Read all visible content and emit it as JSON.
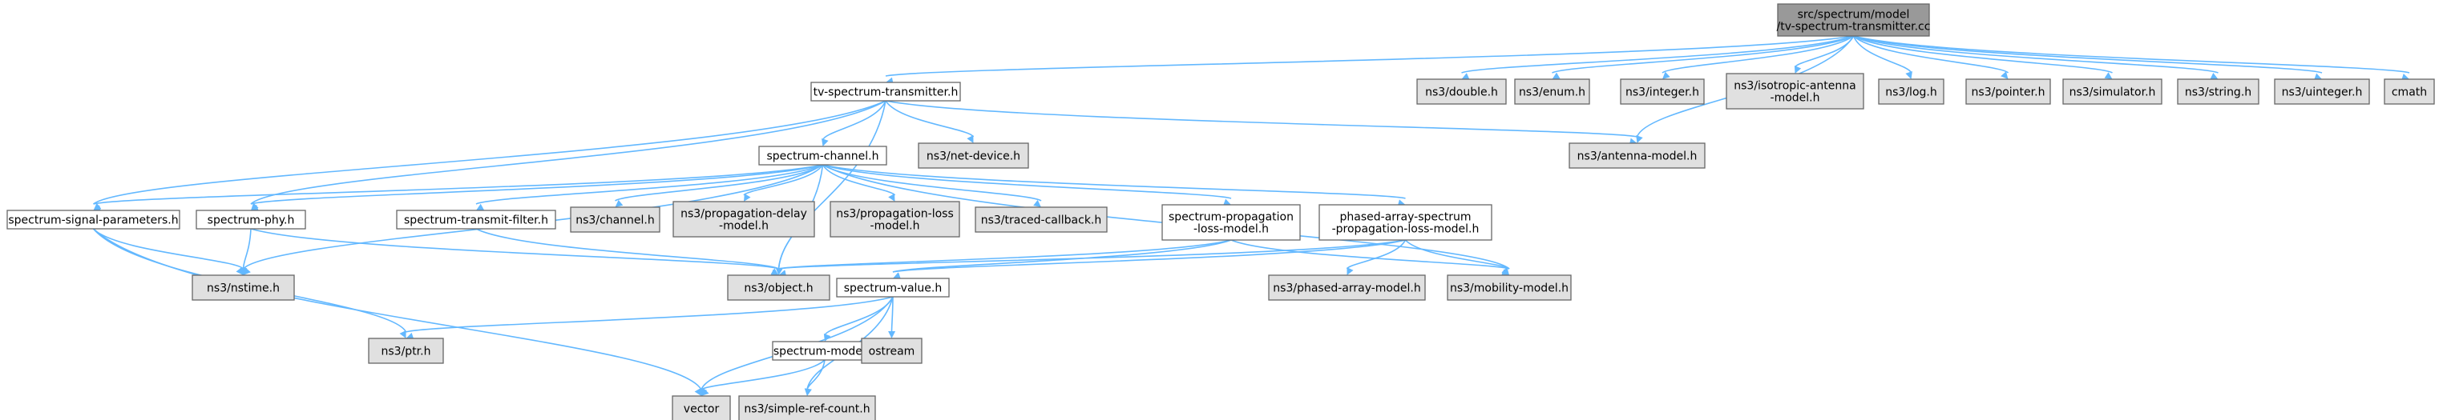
{
  "colors": {
    "root_fill": "#999999",
    "documented_fill": "#ffffff",
    "external_fill": "#e0e0e0",
    "border": "#666666",
    "edge": "#63b8ff",
    "text": "#000000"
  },
  "nodes": [
    {
      "id": "root",
      "lines": [
        "src/spectrum/model",
        "/tv-spectrum-transmitter.cc"
      ],
      "kind": "root"
    },
    {
      "id": "tvst",
      "lines": [
        "tv-spectrum-transmitter.h"
      ],
      "kind": "documented"
    },
    {
      "id": "double",
      "lines": [
        "ns3/double.h"
      ],
      "kind": "external"
    },
    {
      "id": "enum",
      "lines": [
        "ns3/enum.h"
      ],
      "kind": "external"
    },
    {
      "id": "integer",
      "lines": [
        "ns3/integer.h"
      ],
      "kind": "external"
    },
    {
      "id": "isotropic",
      "lines": [
        "ns3/isotropic-antenna",
        "-model.h"
      ],
      "kind": "external"
    },
    {
      "id": "log",
      "lines": [
        "ns3/log.h"
      ],
      "kind": "external"
    },
    {
      "id": "pointer",
      "lines": [
        "ns3/pointer.h"
      ],
      "kind": "external"
    },
    {
      "id": "simulator",
      "lines": [
        "ns3/simulator.h"
      ],
      "kind": "external"
    },
    {
      "id": "string",
      "lines": [
        "ns3/string.h"
      ],
      "kind": "external"
    },
    {
      "id": "uinteger",
      "lines": [
        "ns3/uinteger.h"
      ],
      "kind": "external"
    },
    {
      "id": "cmath",
      "lines": [
        "cmath"
      ],
      "kind": "external"
    },
    {
      "id": "spchan",
      "lines": [
        "spectrum-channel.h"
      ],
      "kind": "documented"
    },
    {
      "id": "netdev",
      "lines": [
        "ns3/net-device.h"
      ],
      "kind": "external"
    },
    {
      "id": "antenna",
      "lines": [
        "ns3/antenna-model.h"
      ],
      "kind": "external"
    },
    {
      "id": "sigparams",
      "lines": [
        "spectrum-signal-parameters.h"
      ],
      "kind": "documented"
    },
    {
      "id": "spphy",
      "lines": [
        "spectrum-phy.h"
      ],
      "kind": "documented"
    },
    {
      "id": "txfilter",
      "lines": [
        "spectrum-transmit-filter.h"
      ],
      "kind": "documented"
    },
    {
      "id": "channel",
      "lines": [
        "ns3/channel.h"
      ],
      "kind": "external"
    },
    {
      "id": "propdelay",
      "lines": [
        "ns3/propagation-delay",
        "-model.h"
      ],
      "kind": "external"
    },
    {
      "id": "proploss",
      "lines": [
        "ns3/propagation-loss",
        "-model.h"
      ],
      "kind": "external"
    },
    {
      "id": "traced",
      "lines": [
        "ns3/traced-callback.h"
      ],
      "kind": "external"
    },
    {
      "id": "spprop",
      "lines": [
        "spectrum-propagation",
        "-loss-model.h"
      ],
      "kind": "documented"
    },
    {
      "id": "phased",
      "lines": [
        "phased-array-spectrum",
        "-propagation-loss-model.h"
      ],
      "kind": "documented"
    },
    {
      "id": "nstime",
      "lines": [
        "ns3/nstime.h"
      ],
      "kind": "external"
    },
    {
      "id": "object",
      "lines": [
        "ns3/object.h"
      ],
      "kind": "external"
    },
    {
      "id": "spvalue",
      "lines": [
        "spectrum-value.h"
      ],
      "kind": "documented"
    },
    {
      "id": "phasedarr",
      "lines": [
        "ns3/phased-array-model.h"
      ],
      "kind": "external"
    },
    {
      "id": "mobility",
      "lines": [
        "ns3/mobility-model.h"
      ],
      "kind": "external"
    },
    {
      "id": "ptr",
      "lines": [
        "ns3/ptr.h"
      ],
      "kind": "external"
    },
    {
      "id": "spmodel",
      "lines": [
        "spectrum-model.h"
      ],
      "kind": "documented"
    },
    {
      "id": "ostream",
      "lines": [
        "ostream"
      ],
      "kind": "external"
    },
    {
      "id": "vector",
      "lines": [
        "vector"
      ],
      "kind": "external"
    },
    {
      "id": "simpleref",
      "lines": [
        "ns3/simple-ref-count.h"
      ],
      "kind": "external"
    }
  ],
  "edges": [
    [
      "root",
      "tvst"
    ],
    [
      "root",
      "double"
    ],
    [
      "root",
      "enum"
    ],
    [
      "root",
      "integer"
    ],
    [
      "root",
      "isotropic"
    ],
    [
      "root",
      "log"
    ],
    [
      "root",
      "pointer"
    ],
    [
      "root",
      "simulator"
    ],
    [
      "root",
      "string"
    ],
    [
      "root",
      "uinteger"
    ],
    [
      "root",
      "cmath"
    ],
    [
      "root",
      "antenna"
    ],
    [
      "tvst",
      "spchan"
    ],
    [
      "tvst",
      "netdev"
    ],
    [
      "tvst",
      "antenna"
    ],
    [
      "tvst",
      "sigparams"
    ],
    [
      "tvst",
      "spphy"
    ],
    [
      "tvst",
      "object"
    ],
    [
      "spchan",
      "sigparams"
    ],
    [
      "spchan",
      "spphy"
    ],
    [
      "spchan",
      "txfilter"
    ],
    [
      "spchan",
      "channel"
    ],
    [
      "spchan",
      "propdelay"
    ],
    [
      "spchan",
      "proploss"
    ],
    [
      "spchan",
      "traced"
    ],
    [
      "spchan",
      "spprop"
    ],
    [
      "spchan",
      "phased"
    ],
    [
      "spchan",
      "nstime"
    ],
    [
      "spchan",
      "object"
    ],
    [
      "spchan",
      "mobility"
    ],
    [
      "sigparams",
      "nstime"
    ],
    [
      "sigparams",
      "ptr"
    ],
    [
      "sigparams",
      "vector"
    ],
    [
      "spphy",
      "nstime"
    ],
    [
      "spphy",
      "object"
    ],
    [
      "txfilter",
      "object"
    ],
    [
      "spprop",
      "object"
    ],
    [
      "spprop",
      "spvalue"
    ],
    [
      "spprop",
      "mobility"
    ],
    [
      "phased",
      "object"
    ],
    [
      "phased",
      "spvalue"
    ],
    [
      "phased",
      "phasedarr"
    ],
    [
      "phased",
      "mobility"
    ],
    [
      "spvalue",
      "ptr"
    ],
    [
      "spvalue",
      "spmodel"
    ],
    [
      "spvalue",
      "ostream"
    ],
    [
      "spvalue",
      "vector"
    ],
    [
      "spvalue",
      "simpleref"
    ],
    [
      "spmodel",
      "vector"
    ],
    [
      "spmodel",
      "simpleref"
    ]
  ]
}
